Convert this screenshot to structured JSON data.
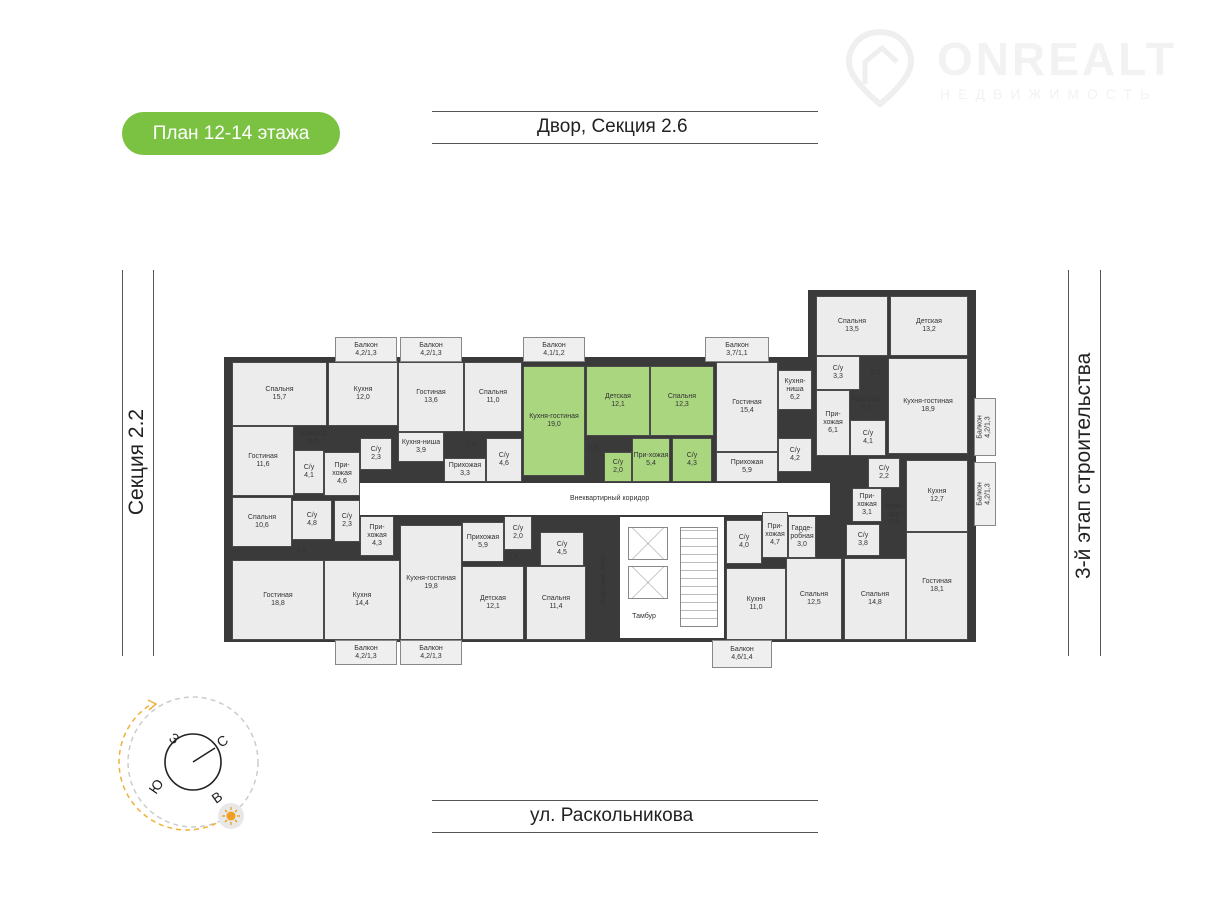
{
  "title": "План 12-14 этажа",
  "top_label": "Двор, Секция 2.6",
  "bottom_label": "ул. Раскольникова",
  "left_label": "Секция 2.2",
  "right_label": "3-й этап строительства",
  "logo": {
    "name": "ONREALT",
    "tagline": "НЕДВИЖИМОСТЬ"
  },
  "corridor_label": "Внеквартирный коридор",
  "compass": {
    "north": "С",
    "east": "В",
    "south": "Ю",
    "west": "З",
    "icon": "sun-icon"
  },
  "colors": {
    "accent": "#7cc242",
    "highlight_apartment": "#a9d67f",
    "wall": "#3a3a3a"
  },
  "rooms": [
    {
      "name": "Спальня",
      "area": "15,7"
    },
    {
      "name": "Гостиная",
      "area": "11,6"
    },
    {
      "name": "Коридор",
      "area": "4,0"
    },
    {
      "name": "С/у",
      "area": "4,1"
    },
    {
      "name": "При-хожая",
      "area": "4,6"
    },
    {
      "name": "С/у",
      "area": "2,3"
    },
    {
      "name": "Кухня",
      "area": "12,0"
    },
    {
      "name": "Балкон",
      "area": "4,2/1,3"
    },
    {
      "name": "Балкон",
      "area": "4,2/1,3"
    },
    {
      "name": "Гостиная",
      "area": "13,6"
    },
    {
      "name": "Кухня-ниша",
      "area": "3,9"
    },
    {
      "name": "Спальня",
      "area": "11,0"
    },
    {
      "name": "",
      "area": "1,8"
    },
    {
      "name": "Прихожая",
      "area": "3,3"
    },
    {
      "name": "С/у",
      "area": "4,6"
    },
    {
      "name": "Балкон",
      "area": "4,1/1,2"
    },
    {
      "name": "Кухня-гостиная",
      "area": "19,0"
    },
    {
      "name": "Детская",
      "area": "12,1"
    },
    {
      "name": "Спальня",
      "area": "12,3"
    },
    {
      "name": "",
      "area": "2,8"
    },
    {
      "name": "С/у",
      "area": "2,0"
    },
    {
      "name": "При-хожая",
      "area": "5,4"
    },
    {
      "name": "С/у",
      "area": "4,3"
    },
    {
      "name": "Балкон",
      "area": "3,7/1,1"
    },
    {
      "name": "Гостиная",
      "area": "15,4"
    },
    {
      "name": "Прихожая",
      "area": "5,9"
    },
    {
      "name": "Кухня-ниша",
      "area": "6,2"
    },
    {
      "name": "С/у",
      "area": "4,2"
    },
    {
      "name": "Спальня",
      "area": "13,5"
    },
    {
      "name": "Детская",
      "area": "13,2"
    },
    {
      "name": "С/у",
      "area": "3,3"
    },
    {
      "name": "",
      "area": "3,2"
    },
    {
      "name": "При-хожая",
      "area": "6,1"
    },
    {
      "name": "Кори-дор",
      "area": "3,6"
    },
    {
      "name": "С/у",
      "area": "4,1"
    },
    {
      "name": "Кухня-гостиная",
      "area": "18,9"
    },
    {
      "name": "Балкон",
      "area": "4,2/1,3"
    },
    {
      "name": "С/у",
      "area": "2,2"
    },
    {
      "name": "При-хожая",
      "area": "3,1"
    },
    {
      "name": "Кори-дор",
      "area": "3,6"
    },
    {
      "name": "Кухня",
      "area": "12,7"
    },
    {
      "name": "Балкон",
      "area": "4,2/1,3"
    },
    {
      "name": "Спальня",
      "area": "10,6"
    },
    {
      "name": "С/у",
      "area": "4,8"
    },
    {
      "name": "С/у",
      "area": "2,3"
    },
    {
      "name": "При-хожая",
      "area": "4,3"
    },
    {
      "name": "",
      "area": "4,4"
    },
    {
      "name": "Гостиная",
      "area": "18,8"
    },
    {
      "name": "Кухня",
      "area": "14,4"
    },
    {
      "name": "Балкон",
      "area": "4,2/1,3"
    },
    {
      "name": "Кухня-гостиная",
      "area": "19,8"
    },
    {
      "name": "Балкон",
      "area": "4,2/1,3"
    },
    {
      "name": "Прихожая",
      "area": "5,9"
    },
    {
      "name": "С/у",
      "area": "2,0"
    },
    {
      "name": "",
      "area": "2,5"
    },
    {
      "name": "С/у",
      "area": "4,5"
    },
    {
      "name": "Детская",
      "area": "12,1"
    },
    {
      "name": "Спальня",
      "area": "11,4"
    },
    {
      "name": "Лифтовой холл",
      "area": ""
    },
    {
      "name": "Тамбур",
      "area": ""
    },
    {
      "name": "С/у",
      "area": "4,0"
    },
    {
      "name": "При-хожая",
      "area": "4,7"
    },
    {
      "name": "Кухня",
      "area": "11,0"
    },
    {
      "name": "Балкон",
      "area": "4,6/1,4"
    },
    {
      "name": "Гарде-робная",
      "area": "3,0"
    },
    {
      "name": "Спальня",
      "area": "12,5"
    },
    {
      "name": "Спальня",
      "area": "14,8"
    },
    {
      "name": "С/у",
      "area": "3,8"
    },
    {
      "name": "Гостиная",
      "area": "18,1"
    }
  ]
}
